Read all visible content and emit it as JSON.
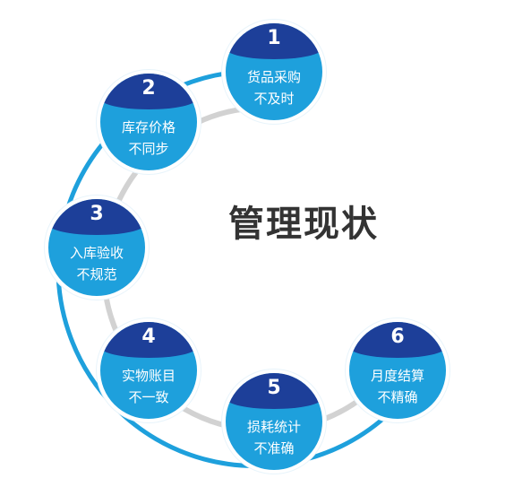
{
  "title": "管理现状",
  "colors": {
    "node_fill": "#1ea0dc",
    "node_cap": "#1d3f99",
    "ring_gray": "#d2d2d2",
    "ring_blue": "#1ea0dc"
  },
  "nodes": [
    {
      "number": "1",
      "line1": "货品采购",
      "line2": "不及时"
    },
    {
      "number": "2",
      "line1": "库存价格",
      "line2": "不同步"
    },
    {
      "number": "3",
      "line1": "入库验收",
      "line2": "不规范"
    },
    {
      "number": "4",
      "line1": "实物账目",
      "line2": "不一致"
    },
    {
      "number": "5",
      "line1": "损耗统计",
      "line2": "不准确"
    },
    {
      "number": "6",
      "line1": "月度结算",
      "line2": "不精确"
    }
  ]
}
